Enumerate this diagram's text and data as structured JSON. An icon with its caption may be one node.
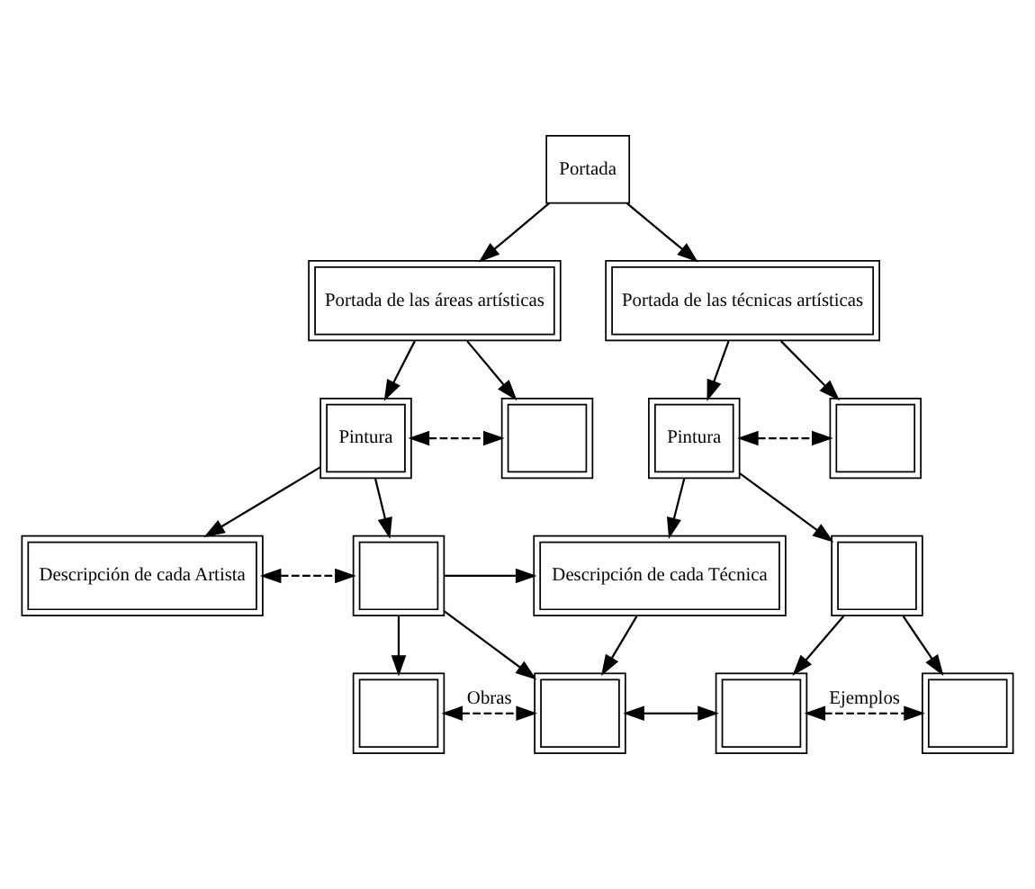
{
  "diagram": {
    "nodes": [
      {
        "text": [
          "Portada"
        ]
      },
      {
        "text": [
          "Portada de las áreas artísticas"
        ]
      },
      {
        "text": [
          "Portada de las técnicas artísticas"
        ]
      },
      {
        "text": [
          "Pintura"
        ]
      },
      {
        "text": [],
        "shape": "box"
      },
      {
        "text": [
          "Pintura"
        ]
      },
      {
        "text": [],
        "shape": "box"
      },
      {
        "text": [
          "Descripción de cada Artista"
        ]
      },
      {
        "text": [],
        "shape": "box"
      },
      {
        "text": [
          "Descripción de cada Técnica"
        ]
      },
      {
        "text": [],
        "shape": "box"
      },
      {
        "text": [],
        "shape": "box"
      },
      {
        "text": [],
        "shape": "box"
      },
      {
        "text": [],
        "shape": "box"
      },
      {
        "text": [],
        "shape": "box"
      }
    ],
    "edges": [
      {
        "from": 0,
        "to": 1,
        "arrow": "to"
      },
      {
        "from": 0,
        "to": 2,
        "arrow": "to"
      },
      {
        "from": 1,
        "to": 3,
        "arrow": "to"
      },
      {
        "from": 1,
        "to": 4,
        "arrow": "to"
      },
      {
        "from": 2,
        "to": 5,
        "arrow": "to"
      },
      {
        "from": 2,
        "to": 6,
        "arrow": "to"
      },
      {
        "from": 3,
        "to": 4,
        "arrow": "both",
        "style": "dashed"
      },
      {
        "from": 5,
        "to": 6,
        "arrow": "both",
        "style": "dashed"
      },
      {
        "from": 3,
        "to": 7,
        "arrow": "to"
      },
      {
        "from": 3,
        "to": 8,
        "arrow": "to"
      },
      {
        "from": 5,
        "to": 9,
        "arrow": "to"
      },
      {
        "from": 5,
        "to": 10,
        "arrow": "to"
      },
      {
        "from": 7,
        "to": 8,
        "arrow": "both",
        "style": "dashed"
      },
      {
        "from": 8,
        "to": 9,
        "arrow": "to"
      },
      {
        "from": 8,
        "to": 11,
        "arrow": "to"
      },
      {
        "from": 8,
        "to": 12,
        "arrow": "to"
      },
      {
        "from": 9,
        "to": 12,
        "arrow": "to"
      },
      {
        "from": 10,
        "to": 13,
        "arrow": "to"
      },
      {
        "from": 10,
        "to": 14,
        "arrow": "to"
      },
      {
        "from": 11,
        "to": 12,
        "arrow": "both",
        "style": "dashed",
        "label": "Obras"
      },
      {
        "from": 12,
        "to": 13,
        "arrow": "both"
      },
      {
        "from": 13,
        "to": 14,
        "arrow": "both",
        "style": "dashed",
        "label": "Ejemplos"
      }
    ]
  }
}
